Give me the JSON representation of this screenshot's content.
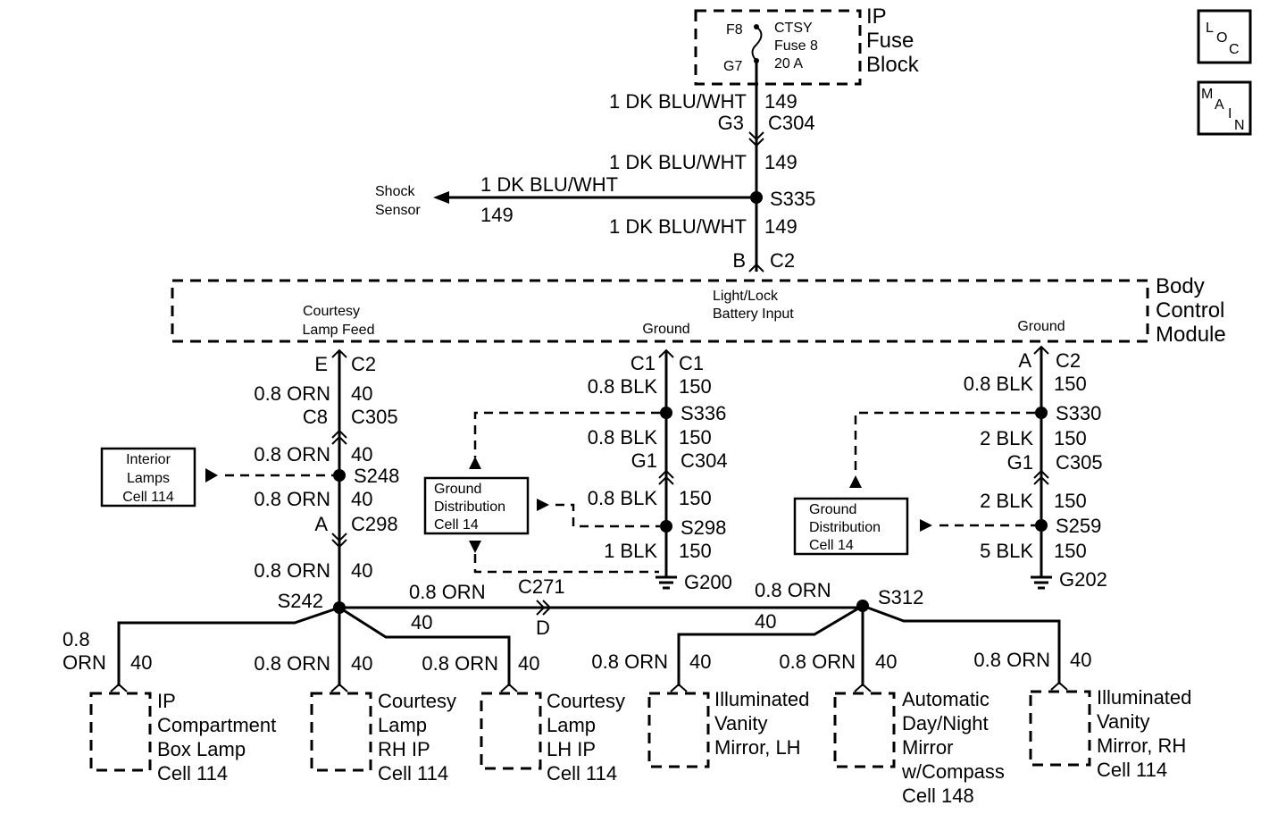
{
  "fuse_block": {
    "f8": "F8",
    "g7": "G7",
    "name": "CTSY",
    "fuse": "Fuse 8",
    "rating": "20 A",
    "label": [
      "IP",
      "Fuse",
      "Block"
    ]
  },
  "main_feed": {
    "w1_wire": "1 DK BLU/WHT",
    "w1_circuit": "149",
    "w1_pin": "G3",
    "w1_conn": "C304",
    "w2_wire": "1 DK BLU/WHT",
    "w2_circuit": "149",
    "splice": "S335",
    "shock_label": [
      "Shock",
      "Sensor"
    ],
    "shock_wire": "1 DK BLU/WHT",
    "shock_circuit": "149",
    "w3_wire": "1 DK BLU/WHT",
    "w3_circuit": "149",
    "w3_pin": "B",
    "w3_conn": "C2"
  },
  "bcm": {
    "label": [
      "Body",
      "Control",
      "Module"
    ],
    "courtesy_feed": [
      "Courtesy",
      "Lamp Feed"
    ],
    "light_lock": [
      "Light/Lock",
      "Battery Input"
    ],
    "ground_mid": "Ground",
    "ground_right": "Ground"
  },
  "loc_badge": {
    "l": "L",
    "o": "O",
    "c": "C"
  },
  "main_badge": {
    "m": "M",
    "a": "A",
    "i": "I",
    "n": "N"
  },
  "left_branch": {
    "pin1": "E",
    "conn1": "C2",
    "wire1": "0.8 ORN",
    "circ1": "40",
    "pin2": "C8",
    "conn2": "C305",
    "wire2": "0.8 ORN",
    "circ2": "40",
    "splice1": "S248",
    "wire3": "0.8 ORN",
    "circ3": "40",
    "pin3": "A",
    "conn3": "C298",
    "wire4": "0.8 ORN",
    "circ4": "40",
    "splice2": "S242",
    "interior_box": [
      "Interior",
      "Lamps",
      "Cell 114"
    ]
  },
  "mid_ground": {
    "pin1": "C1",
    "conn1": "C1",
    "wire1": "0.8 BLK",
    "circ1": "150",
    "splice1": "S336",
    "wire2": "0.8 BLK",
    "circ2": "150",
    "pin2": "G1",
    "conn2": "C304",
    "wire3": "0.8 BLK",
    "circ3": "150",
    "splice2": "S298",
    "wire4": "1 BLK",
    "circ4": "150",
    "ground": "G200",
    "box": [
      "Ground",
      "Distribution",
      "Cell 14"
    ]
  },
  "right_ground": {
    "pin1": "A",
    "conn1": "C2",
    "wire1": "0.8 BLK",
    "circ1": "150",
    "splice1": "S330",
    "wire2": "2 BLK",
    "circ2": "150",
    "pin2": "G1",
    "conn2": "C305",
    "wire3": "2 BLK",
    "circ3": "150",
    "splice2": "S259",
    "wire4": "5 BLK",
    "circ4": "150",
    "ground": "G202",
    "box": [
      "Ground",
      "Distribution",
      "Cell 14"
    ]
  },
  "horizontal": {
    "wire_a": "0.8 ORN",
    "conn": "C271",
    "circ_a": "40",
    "pin": "D",
    "wire_b": "0.8 ORN",
    "circ_b": "40",
    "splice": "S312"
  },
  "loads": [
    {
      "wire": "0.8",
      "wire2": "ORN",
      "circ": "40",
      "label": [
        "IP",
        "Compartment",
        "Box Lamp",
        "Cell 114"
      ]
    },
    {
      "wire": "0.8 ORN",
      "circ": "40",
      "label": [
        "Courtesy",
        "Lamp",
        "RH  IP",
        "Cell 114"
      ]
    },
    {
      "wire": "0.8 ORN",
      "circ": "40",
      "label": [
        "Courtesy",
        "Lamp",
        "LH  IP",
        "Cell 114"
      ]
    },
    {
      "wire": "0.8 ORN",
      "circ": "40",
      "label": [
        "Illuminated",
        "Vanity",
        "Mirror, LH"
      ]
    },
    {
      "wire": "0.8 ORN",
      "circ": "40",
      "label": [
        "Automatic",
        "Day/Night",
        "Mirror",
        "w/Compass",
        "Cell 148"
      ]
    },
    {
      "wire": "0.8 ORN",
      "circ": "40",
      "label": [
        "Illuminated",
        "Vanity",
        "Mirror, RH",
        "Cell 114"
      ]
    }
  ]
}
